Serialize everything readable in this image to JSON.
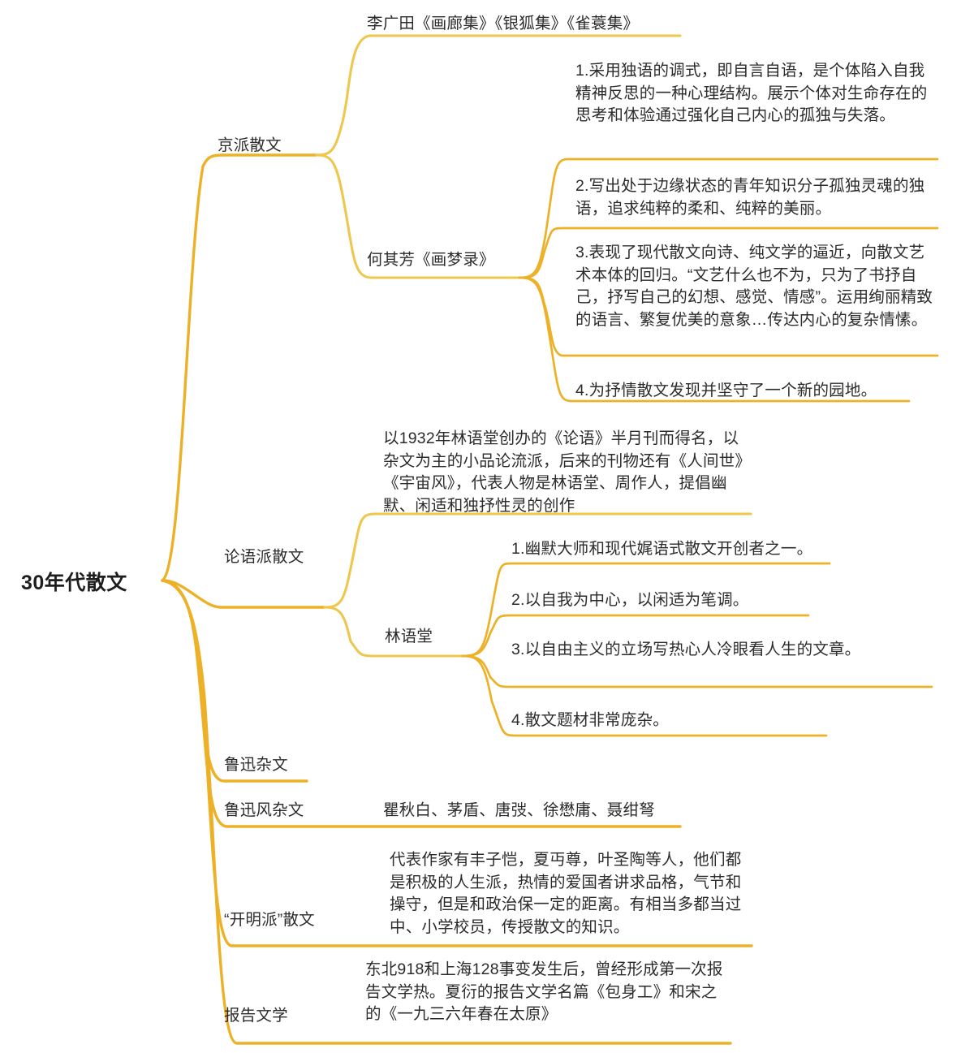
{
  "theme": {
    "branch_color": "#edb128",
    "branch_color_light": "#f3c64a",
    "text_color": "#2b2b2b",
    "background": "#ffffff"
  },
  "root": {
    "label": "30年代散文"
  },
  "branches": [
    {
      "id": "jingpai",
      "label": "京派散文",
      "children": [
        {
          "id": "liguangtian",
          "label": "李广田《画廊集》《银狐集》《雀蓑集》",
          "children": []
        },
        {
          "id": "heqifang",
          "label": "何其芳《画梦录》",
          "children": [
            {
              "id": "hqf-1",
              "label": "1.采用独语的调式，即自言自语，是个体陷入自我精神反思的一种心理结构。展示个体对生命存在的思考和体验通过强化自己内心的孤独与失落。"
            },
            {
              "id": "hqf-2",
              "label": "2.写出处于边缘状态的青年知识分子孤独灵魂的独语，追求纯粹的柔和、纯粹的美丽。"
            },
            {
              "id": "hqf-3",
              "label": "3.表现了现代散文向诗、纯文学的逼近，向散文艺术本体的回归。“文艺什么也不为，只为了书抒自己，抒写自己的幻想、感觉、情感”。运用绚丽精致的语言、繁复优美的意象…传达内心的复杂情愫。"
            },
            {
              "id": "hqf-4",
              "label": "4.为抒情散文发现并坚守了一个新的园地。"
            }
          ]
        }
      ]
    },
    {
      "id": "lunyupai",
      "label": "论语派散文",
      "children": [
        {
          "id": "lunyu-intro",
          "label": "以1932年林语堂创办的《论语》半月刊而得名，以杂文为主的小品论流派，后来的刊物还有《人间世》《宇宙风》，代表人物是林语堂、周作人，提倡幽默、闲适和独抒性灵的创作",
          "children": []
        },
        {
          "id": "linyutang",
          "label": "林语堂",
          "children": [
            {
              "id": "lyt-1",
              "label": "1.幽默大师和现代娓语式散文开创者之一。"
            },
            {
              "id": "lyt-2",
              "label": "2.以自我为中心，以闲适为笔调。"
            },
            {
              "id": "lyt-3",
              "label": "3.以自由主义的立场写热心人冷眼看人生的文章。"
            },
            {
              "id": "lyt-4",
              "label": "4.散文题材非常庞杂。"
            }
          ]
        }
      ]
    },
    {
      "id": "luxunzawen",
      "label": "鲁迅杂文",
      "children": []
    },
    {
      "id": "luxunfeng",
      "label": "鲁迅风杂文",
      "children": [
        {
          "id": "lxf-1",
          "label": "瞿秋白、茅盾、唐弢、徐懋庸、聂绀弩",
          "children": []
        }
      ]
    },
    {
      "id": "kaimingpai",
      "label": "“开明派”散文",
      "children": [
        {
          "id": "kmp-1",
          "label": "代表作家有丰子恺，夏丏尊，叶圣陶等人，他们都是积极的人生派，热情的爱国者讲求品格，气节和操守，但是和政治保一定的距离。有相当多都当过中、小学校员，传授散文的知识。",
          "children": []
        }
      ]
    },
    {
      "id": "baogaowenxue",
      "label": "报告文学",
      "children": [
        {
          "id": "bgwx-1",
          "label": "东北918和上海128事变发生后，曾经形成第一次报告文学热。夏衍的报告文学名篇《包身工》和宋之的《一九三六年春在太原》",
          "children": []
        }
      ]
    }
  ]
}
